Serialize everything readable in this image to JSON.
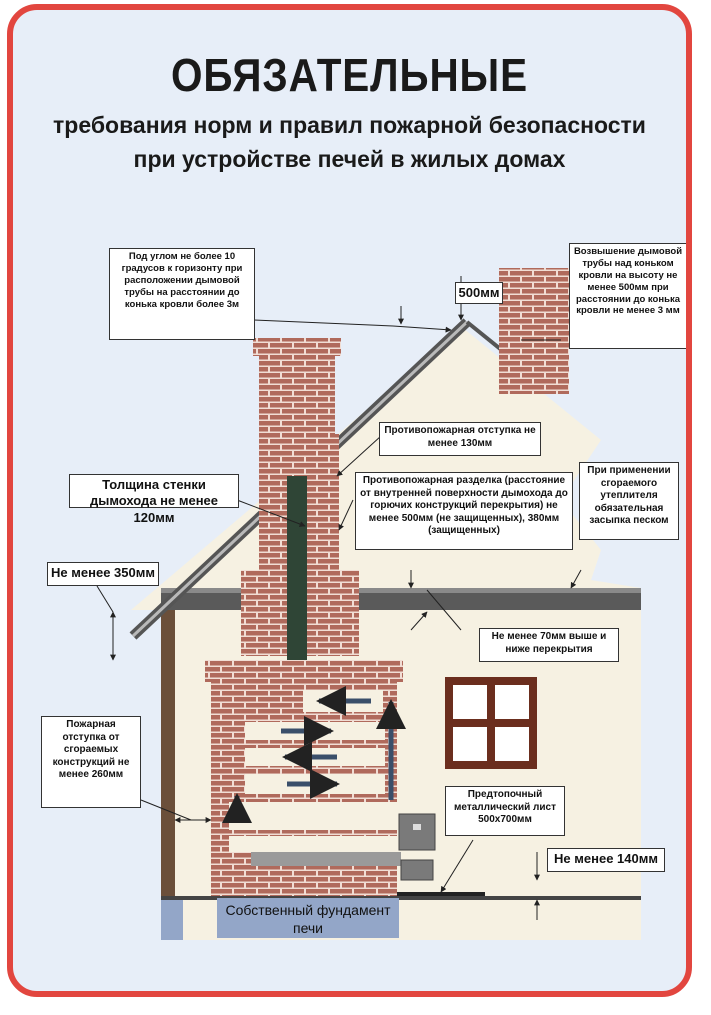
{
  "header": {
    "title": "ОБЯЗАТЕЛЬНЫЕ",
    "subtitle_line1": "требования норм и правил пожарной безопасности",
    "subtitle_line2": "при устройстве печей в жилых домах"
  },
  "labels": {
    "angle_rule": "Под углом не более 10 градусов к горизонту при расположении дымовой трубы на расстоянии до конька кровли более 3м",
    "dim_500": "500мм",
    "height_rule": "Возвышение дымовой трубы над коньком кровли на высоту не менее 500мм при расстоянии до конька кровли не менее 3 мм",
    "fire_gap_130": "Противопожарная отступка не менее 130мм",
    "wall_thickness": "Толщина стенки дымохода не менее 120мм",
    "fire_cut": "Противопожарная разделка (расстояние от внутренней поверхности дымохода до горючих конструкций перекрытия) не менее 500мм (не защищенных), 380мм (защищенных)",
    "insulation": "При применении сгораемого утеплителя обязательная засыпка песком",
    "min_350": "Не менее 350мм",
    "min_70": "Не менее 70мм выше и ниже перекрытия",
    "fire_gap_260": "Пожарная отступка от сгораемых конструкций не менее 260мм",
    "pre_furnace_sheet": "Предтопочный металлический лист 500х700мм",
    "min_140": "Не менее 140мм",
    "foundation": "Собственный фундамент печи"
  },
  "colors": {
    "border": "#e2463f",
    "background": "#e7eef8",
    "wall": "#f6f1e2",
    "brick": "#b06a5c",
    "mortar": "#f1ddd4",
    "roof": "#555555",
    "flue": "#2f4536",
    "foundation": "#93a6c8",
    "window": "#6b2e1e"
  }
}
